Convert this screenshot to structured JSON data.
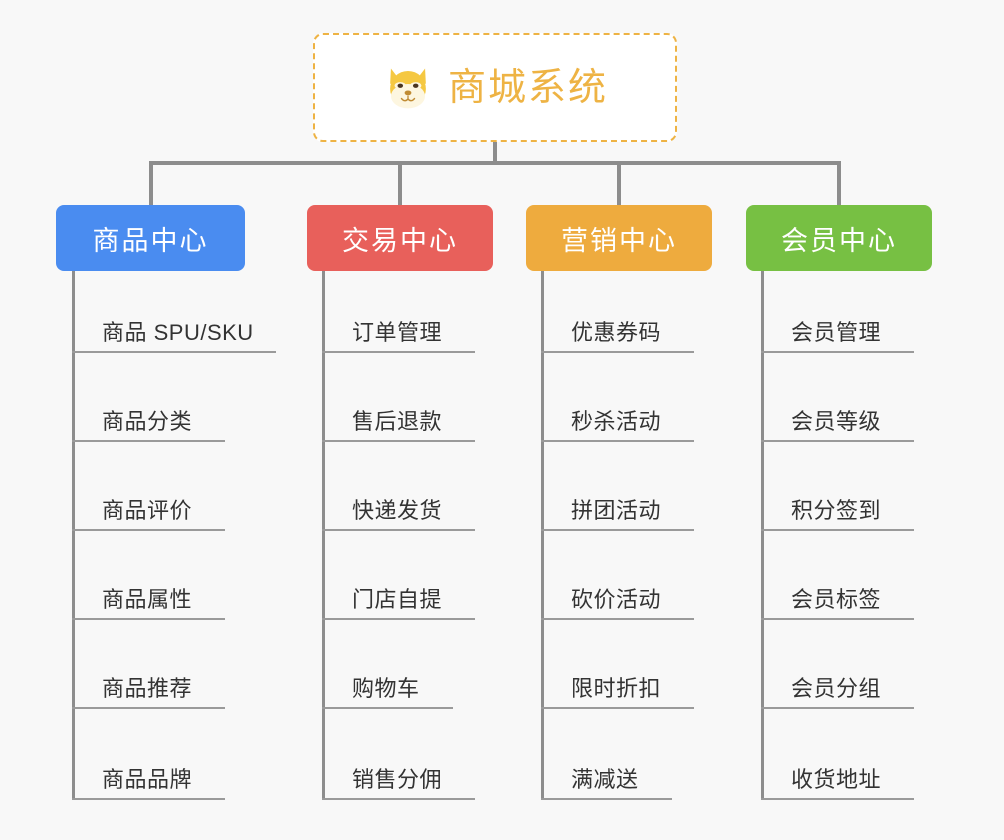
{
  "diagram": {
    "type": "organization-tree",
    "background_color": "#f8f8f8",
    "connector_color": "#8d8d8d",
    "root": {
      "title": "商城系统",
      "icon": "shiba-dog-face-icon",
      "text_color": "#eeb344",
      "border_color": "#eeb344",
      "background_color": "#ffffff"
    },
    "categories": [
      {
        "label": "商品中心",
        "color": "#4a8cf0",
        "items": [
          "商品 SPU/SKU",
          "商品分类",
          "商品评价",
          "商品属性",
          "商品推荐",
          "商品品牌"
        ]
      },
      {
        "label": "交易中心",
        "color": "#e8605b",
        "items": [
          "订单管理",
          "售后退款",
          "快递发货",
          "门店自提",
          "购物车",
          "销售分佣"
        ]
      },
      {
        "label": "营销中心",
        "color": "#eeab3e",
        "items": [
          "优惠券码",
          "秒杀活动",
          "拼团活动",
          "砍价活动",
          "限时折扣",
          "满减送"
        ]
      },
      {
        "label": "会员中心",
        "color": "#77c043",
        "items": [
          "会员管理",
          "会员等级",
          "积分签到",
          "会员标签",
          "会员分组",
          "收货地址"
        ]
      }
    ]
  }
}
